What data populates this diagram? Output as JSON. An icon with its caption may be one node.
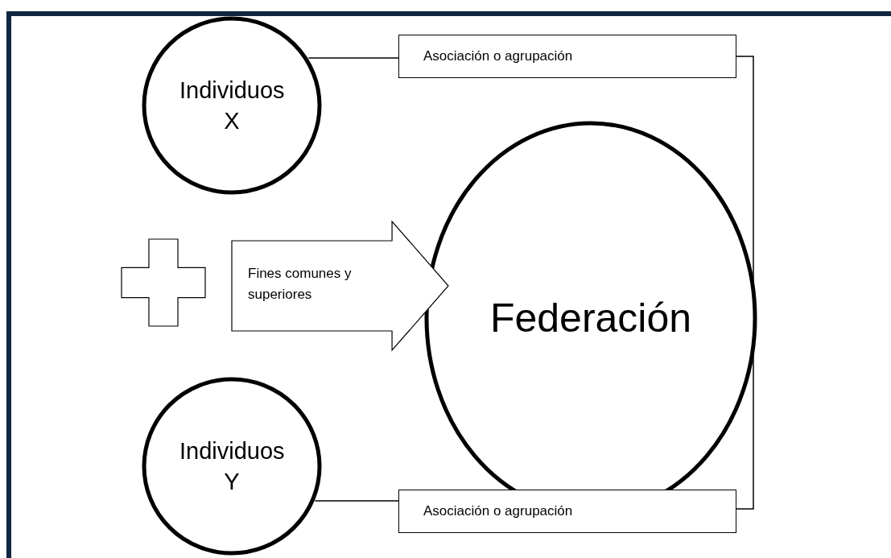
{
  "diagram": {
    "nodes": [
      {
        "text": [
          "Individuos X"
        ]
      },
      {
        "text": [
          "Asociación o agrupación"
        ]
      },
      {
        "text": [
          "Federación"
        ]
      },
      {
        "text": [],
        "shape": "cross"
      },
      {
        "text": [
          "Individuos Y"
        ]
      },
      {
        "text": [
          "Asociación o agrupación"
        ]
      }
    ],
    "edges": [
      {
        "from": 0,
        "to": 1,
        "arrow": "none"
      },
      {
        "from": 1,
        "to": 5,
        "arrow": "none"
      },
      {
        "from": 4,
        "to": 5,
        "arrow": "none"
      },
      {
        "from": 3,
        "to": 2,
        "arrow": "to",
        "style": "thick",
        "label": "Fines comunes y superiores"
      }
    ]
  }
}
